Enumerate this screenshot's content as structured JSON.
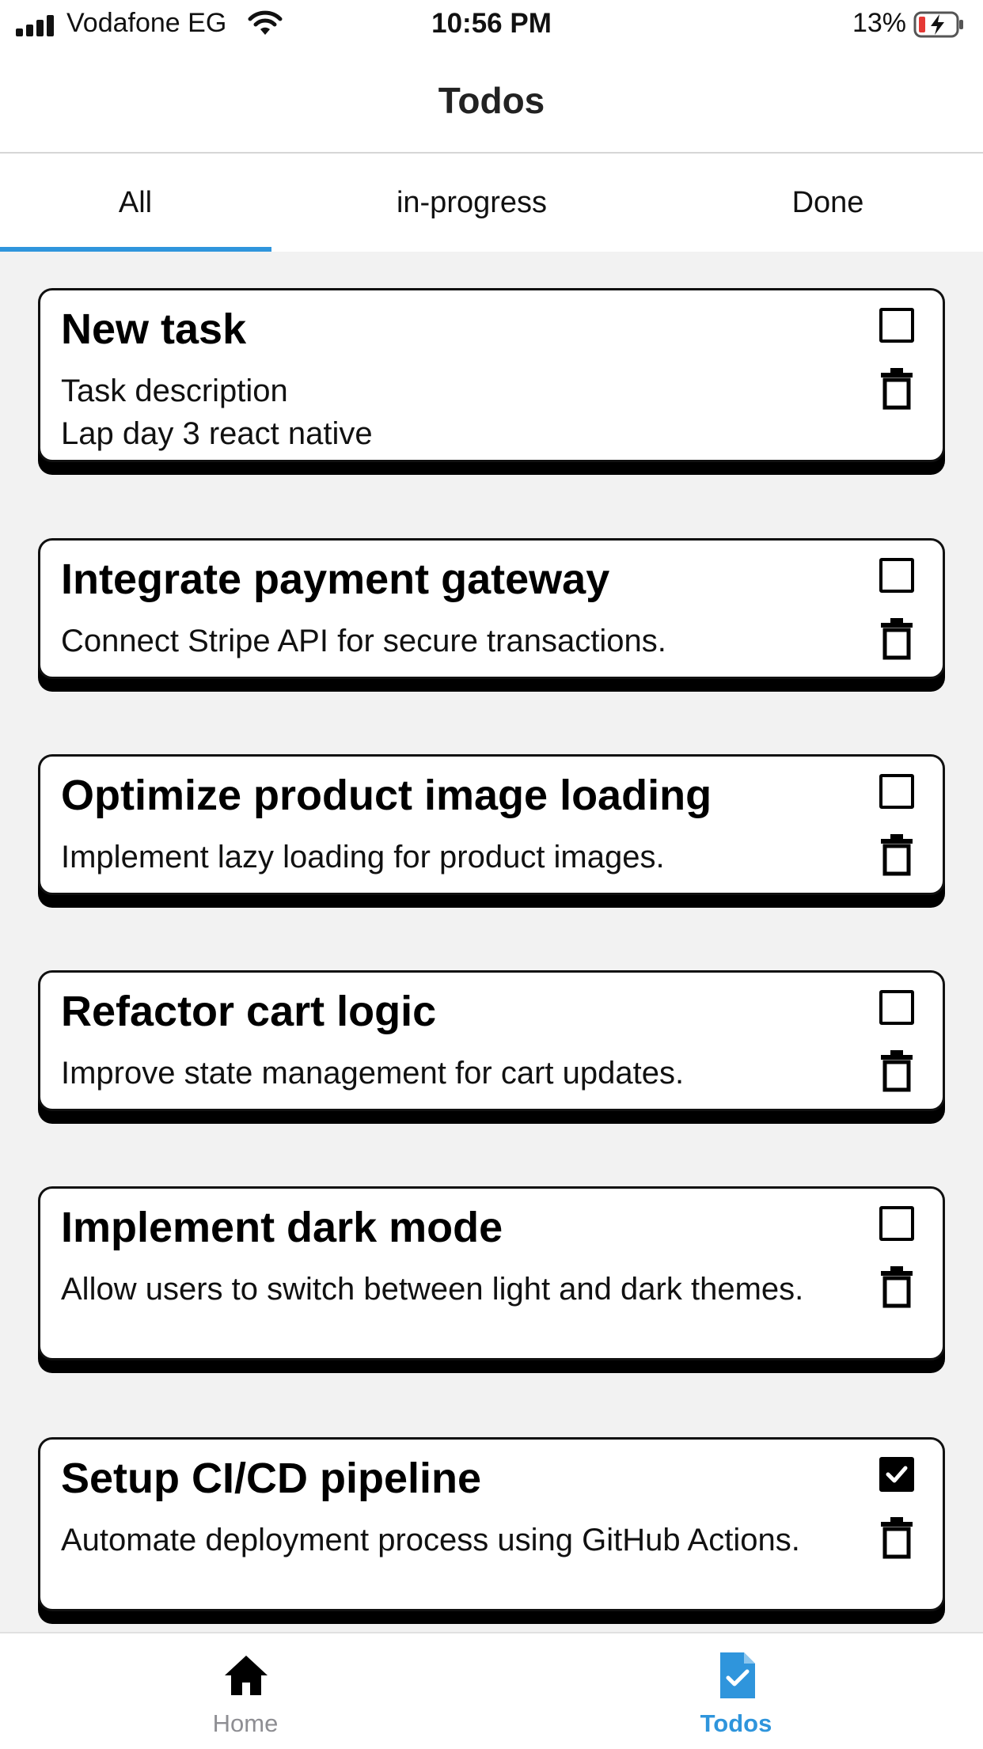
{
  "status_bar": {
    "carrier": "Vodafone EG",
    "time": "10:56 PM",
    "battery": "13%",
    "icons": [
      "signal-icon",
      "wifi-icon",
      "battery-charging-icon"
    ]
  },
  "header": {
    "title": "Todos"
  },
  "tabs": [
    {
      "label": "All",
      "active": true
    },
    {
      "label": "in-progress",
      "active": false
    },
    {
      "label": "Done",
      "active": false
    }
  ],
  "todos": [
    {
      "title": "New task",
      "description": "Task description\nLap day 3 react native",
      "done": false
    },
    {
      "title": "Integrate payment gateway",
      "description": "Connect Stripe API for secure transactions.",
      "done": false
    },
    {
      "title": "Optimize product image loading",
      "description": "Implement lazy loading for product images.",
      "done": false
    },
    {
      "title": "Refactor cart logic",
      "description": "Improve state management for cart updates.",
      "done": false
    },
    {
      "title": "Implement dark mode",
      "description": "Allow users to switch between light and dark themes.",
      "done": false
    },
    {
      "title": "Setup CI/CD pipeline",
      "description": "Automate deployment process using GitHub Actions.",
      "done": true
    }
  ],
  "bottom_nav": [
    {
      "label": "Home",
      "icon": "home-icon",
      "active": false
    },
    {
      "label": "Todos",
      "icon": "todo-checklist-icon",
      "active": true
    }
  ],
  "colors": {
    "accent": "#2f95dc",
    "background": "#f2f2f2",
    "inactive": "#8e8e93",
    "battery_low": "#e53935"
  }
}
